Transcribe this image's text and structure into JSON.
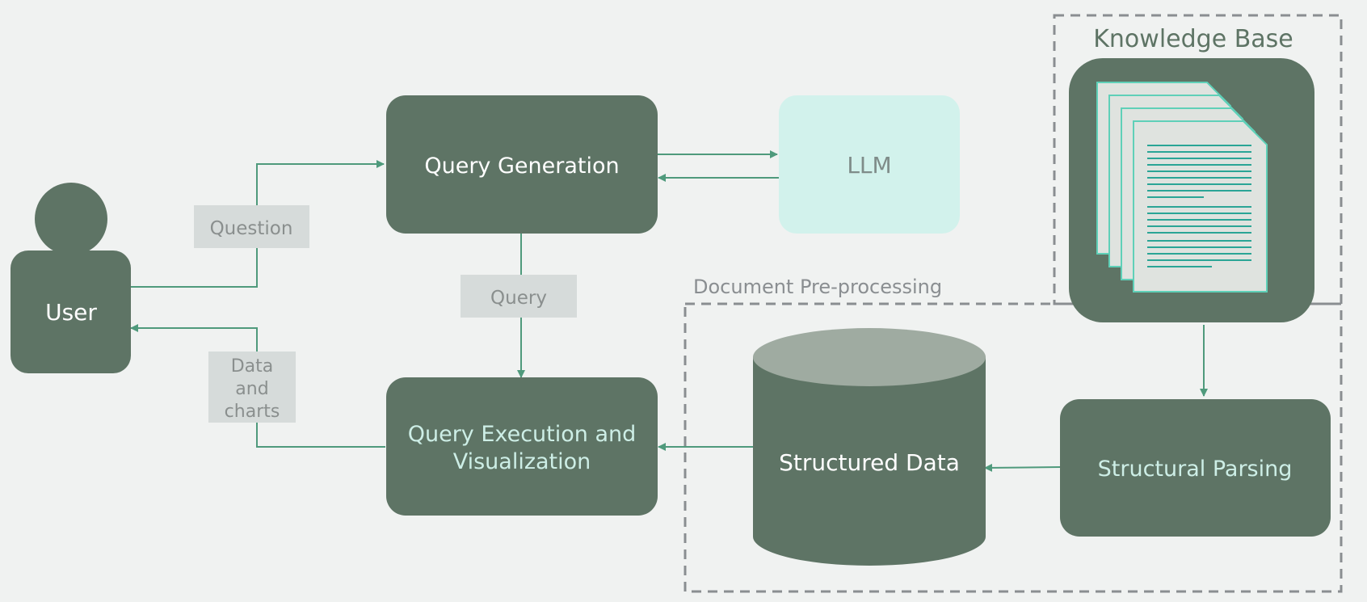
{
  "colors": {
    "background": "#f0f2f1",
    "node_fill": "#5e7465",
    "node_text_white": "#ffffff",
    "node_text_mint": "#cdeee6",
    "llm_fill": "#d2f2ec",
    "llm_text": "#7f8c89",
    "edge": "#4f9a7c",
    "edge_label_fill": "#d6dbda",
    "edge_label_text": "#8a8f8e",
    "group_border": "#8a8e91",
    "group_title_kb": "#5e7465",
    "group_title_pre": "#8a8e91",
    "db_top": "#9faba1",
    "doc_fill": "#dfe3df",
    "doc_stroke": "#5fd0b8",
    "doc_lines": "#2aa596"
  },
  "nodes": {
    "user": "User",
    "query_generation": "Query Generation",
    "llm": "LLM",
    "query_execution": [
      "Query Execution and",
      "Visualization"
    ],
    "structured_data": "Structured Data",
    "structural_parsing": "Structural Parsing"
  },
  "edge_labels": {
    "question": "Question",
    "query": "Query",
    "data_and_charts": [
      "Data",
      "and",
      "charts"
    ]
  },
  "groups": {
    "knowledge_base": "Knowledge Base",
    "document_preprocessing": "Document Pre-processing"
  },
  "icons": {
    "user": "person-icon",
    "knowledge_base": "documents-stack-icon",
    "structured_data": "database-cylinder-icon"
  }
}
